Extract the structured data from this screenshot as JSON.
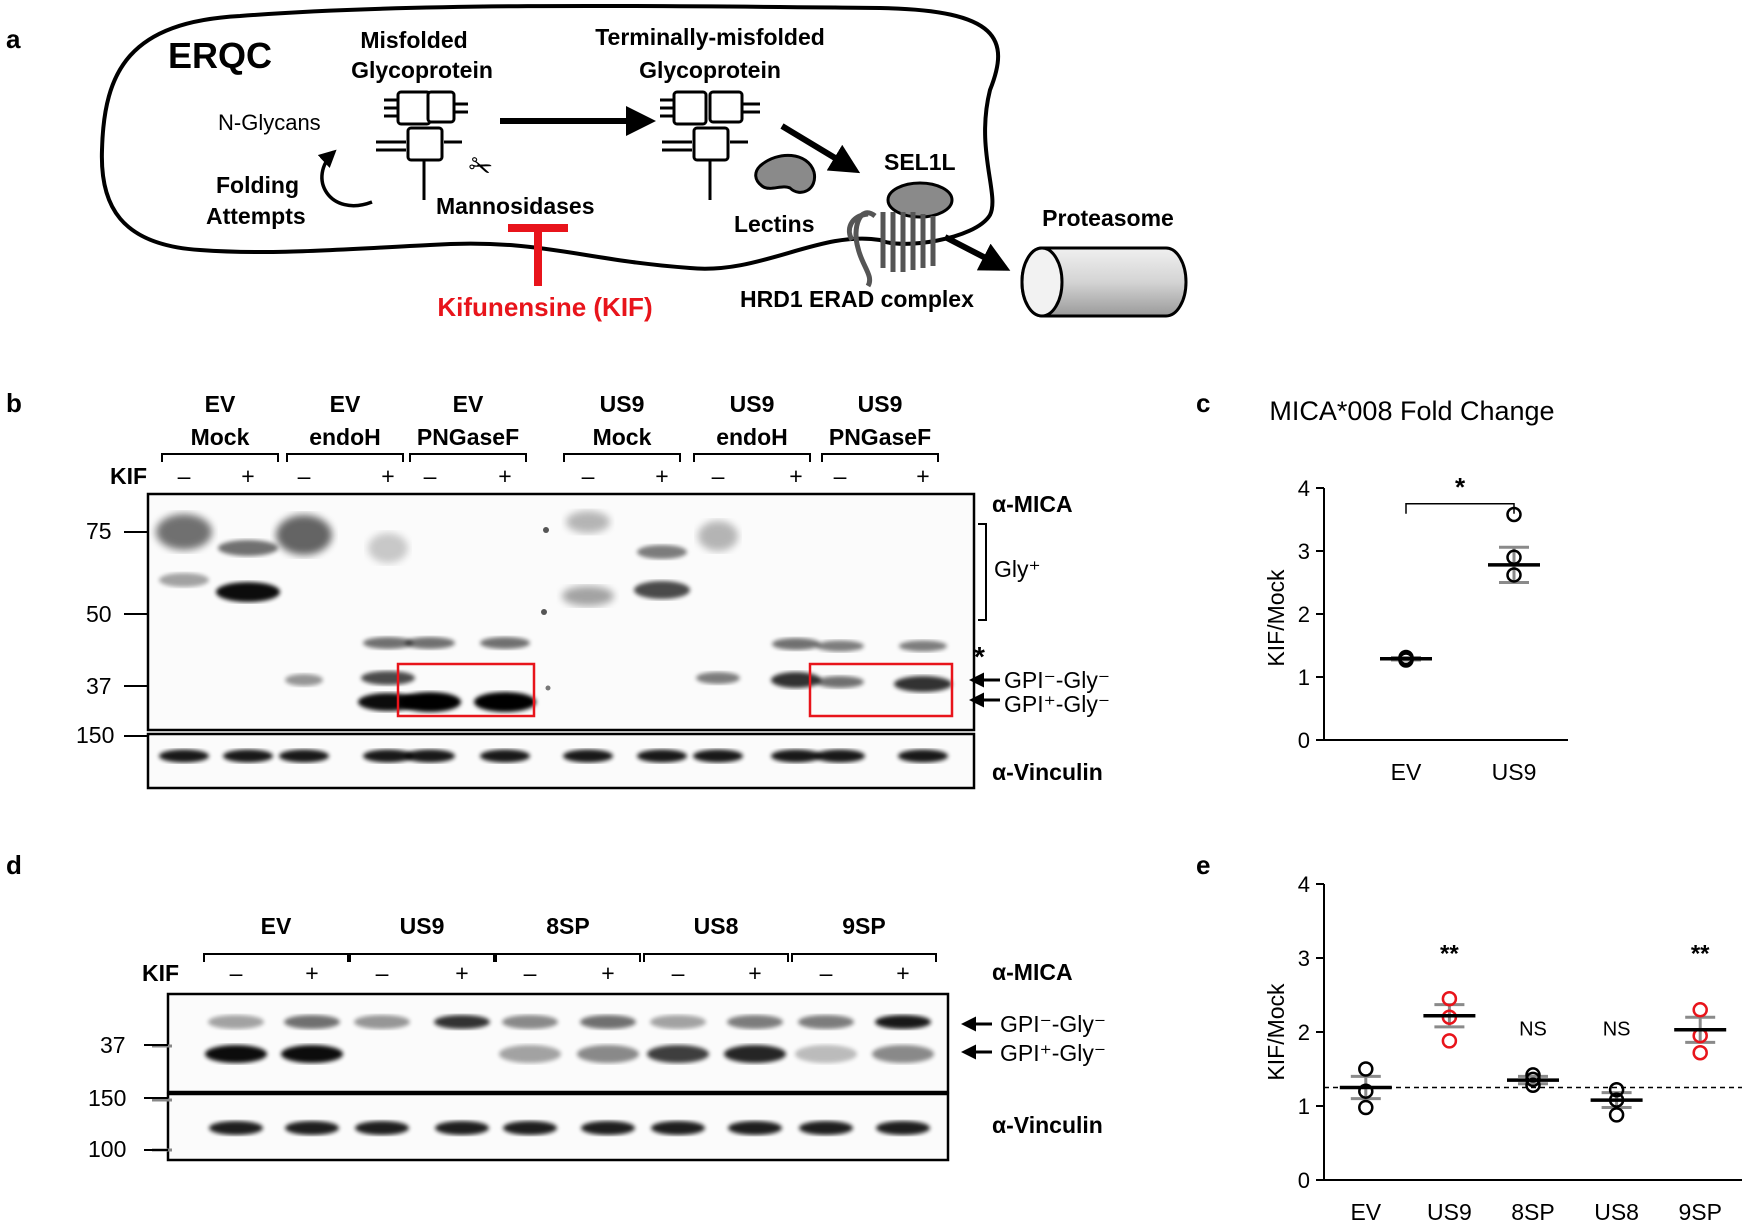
{
  "panel_a": {
    "letter": "a",
    "erqc": "ERQC",
    "misfolded": [
      "Misfolded",
      "Glycoprotein"
    ],
    "terminal": [
      "Terminally-misfolded",
      "Glycoprotein"
    ],
    "nglycans": "N-Glycans",
    "folding": [
      "Folding",
      "Attempts"
    ],
    "mannosidases": "Mannosidases",
    "kifunensine": "Kifunensine (KIF)",
    "lectins": "Lectins",
    "sel1l": "SEL1L",
    "hrd1": "HRD1 ERAD complex",
    "proteasome": "Proteasome",
    "colors": {
      "inhibitor": "#e8141b",
      "protein_gray": "#8a8a8a"
    }
  },
  "panel_b": {
    "letter": "b",
    "kif": "KIF",
    "minus": "–",
    "plus": "+",
    "groups": [
      [
        "EV",
        "Mock"
      ],
      [
        "EV",
        "endoH"
      ],
      [
        "EV",
        "PNGaseF"
      ],
      [
        "US9",
        "Mock"
      ],
      [
        "US9",
        "endoH"
      ],
      [
        "US9",
        "PNGaseF"
      ]
    ],
    "mw": [
      "75",
      "50",
      "37",
      "150"
    ],
    "anti_mica": "α-MICA",
    "gly_plus": "Gly⁺",
    "star": "*",
    "gpi_minus": "GPI⁻-Gly⁻",
    "gpi_plus": "GPI⁺-Gly⁻",
    "anti_vinculin": "α-Vinculin"
  },
  "panel_c": {
    "letter": "c",
    "chart_data": {
      "type": "scatter",
      "title": "MICA*008 Fold Change",
      "xlabel": "",
      "ylabel": "KIF/Mock",
      "categories": [
        "EV",
        "US9"
      ],
      "ylim": [
        0,
        4
      ],
      "yticks": [
        "0",
        "1",
        "2",
        "3",
        "4"
      ],
      "points": [
        [
          1.28,
          1.27,
          1.31
        ],
        [
          3.58,
          2.9,
          2.62
        ]
      ],
      "mean": [
        1.29,
        2.78
      ],
      "sem": [
        0.02,
        0.28
      ],
      "significance": "*"
    }
  },
  "panel_d": {
    "letter": "d",
    "kif": "KIF",
    "minus": "–",
    "plus": "+",
    "groups": [
      "EV",
      "US9",
      "8SP",
      "US8",
      "9SP"
    ],
    "mw": [
      "37",
      "150",
      "100"
    ],
    "anti_mica": "α-MICA",
    "gpi_minus": "GPI⁻-Gly⁻",
    "gpi_plus": "GPI⁺-Gly⁻",
    "anti_vinculin": "α-Vinculin"
  },
  "panel_e": {
    "letter": "e",
    "chart_data": {
      "type": "scatter",
      "xlabel": "",
      "ylabel": "KIF/Mock",
      "categories": [
        "EV",
        "US9",
        "8SP",
        "US8",
        "9SP"
      ],
      "ylim": [
        0,
        4
      ],
      "yticks": [
        "0",
        "1",
        "2",
        "3",
        "4"
      ],
      "points": [
        [
          1.5,
          1.2,
          0.98
        ],
        [
          2.45,
          2.2,
          1.88
        ],
        [
          1.42,
          1.36,
          1.28
        ],
        [
          1.22,
          1.08,
          0.88
        ],
        [
          2.3,
          1.95,
          1.72
        ]
      ],
      "mean": [
        1.25,
        2.22,
        1.35,
        1.08,
        2.03
      ],
      "sem": [
        0.15,
        0.15,
        0.05,
        0.1,
        0.17
      ],
      "significance": [
        "",
        "**",
        "NS",
        "NS",
        "**"
      ],
      "highlight": [
        false,
        true,
        false,
        false,
        true
      ],
      "reference_line": 1.25,
      "colors": {
        "highlight": "#e8141b",
        "normal": "#000000"
      }
    }
  }
}
